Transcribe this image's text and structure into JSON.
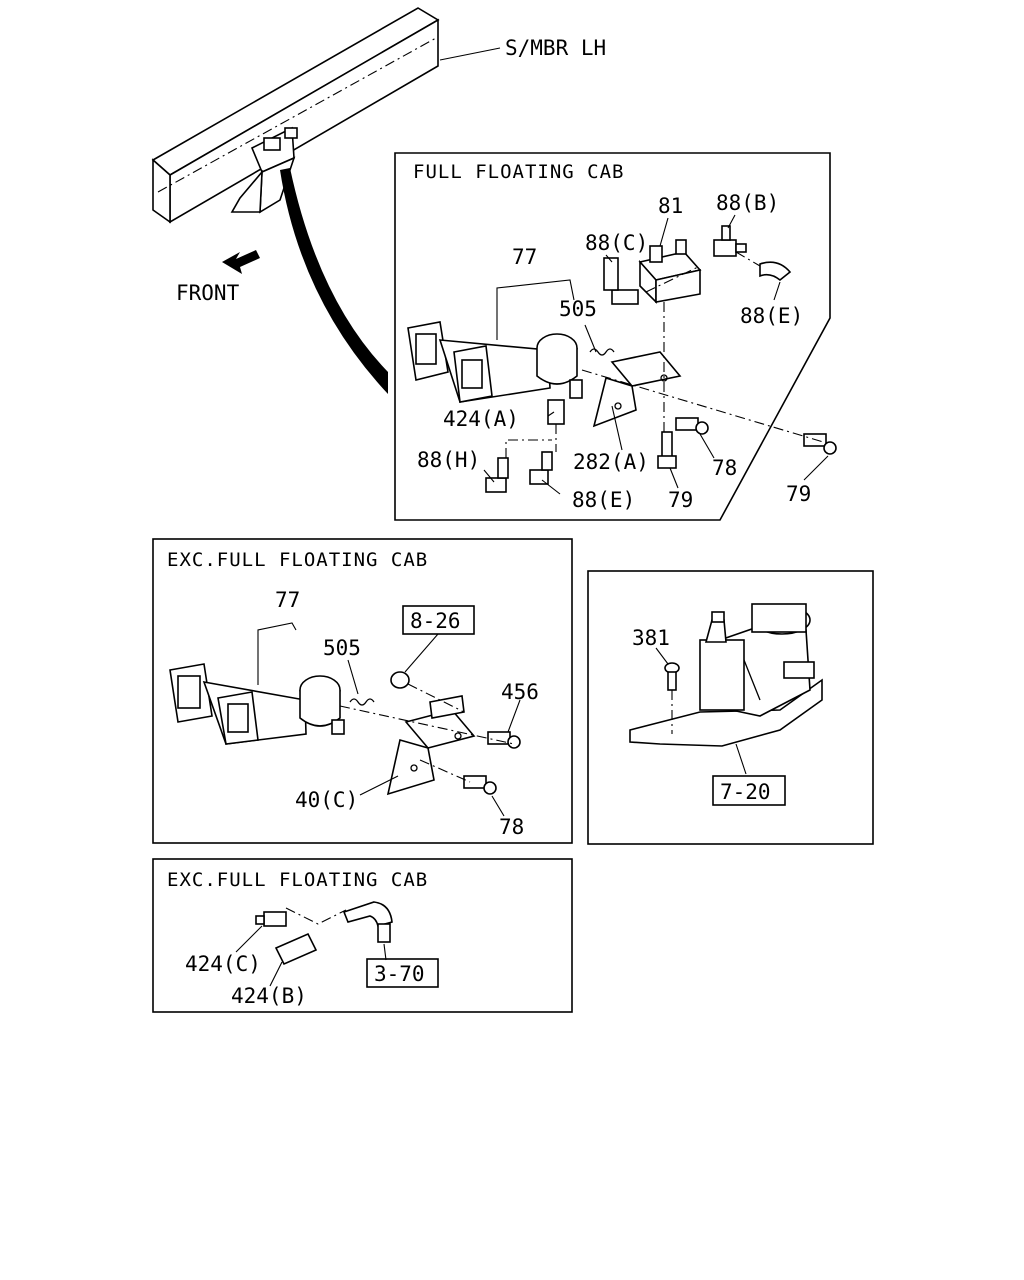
{
  "frame_label": "S/MBR LH",
  "front_label": "FRONT",
  "panels": {
    "full_floating": {
      "title": "FULL FLOATING CAB",
      "labels": {
        "p81": "81",
        "p88b": "88(B)",
        "p88c": "88(C)",
        "p77": "77",
        "p505": "505",
        "p88e_top": "88(E)",
        "p424a": "424(A)",
        "p88h": "88(H)",
        "p282a": "282(A)",
        "p78": "78",
        "p88e_bot": "88(E)",
        "p79a": "79",
        "p79b": "79"
      }
    },
    "exc_full_floating_1": {
      "title": "EXC.FULL FLOATING CAB",
      "labels": {
        "p77": "77",
        "p505": "505",
        "p826": "8-26",
        "p456": "456",
        "p40c": "40(C)",
        "p78": "78"
      }
    },
    "engine": {
      "labels": {
        "p381": "381",
        "p720": "7-20"
      }
    },
    "exc_full_floating_2": {
      "title": "EXC.FULL FLOATING CAB",
      "labels": {
        "p424c": "424(C)",
        "p424b": "424(B)",
        "p370": "3-70"
      }
    }
  }
}
